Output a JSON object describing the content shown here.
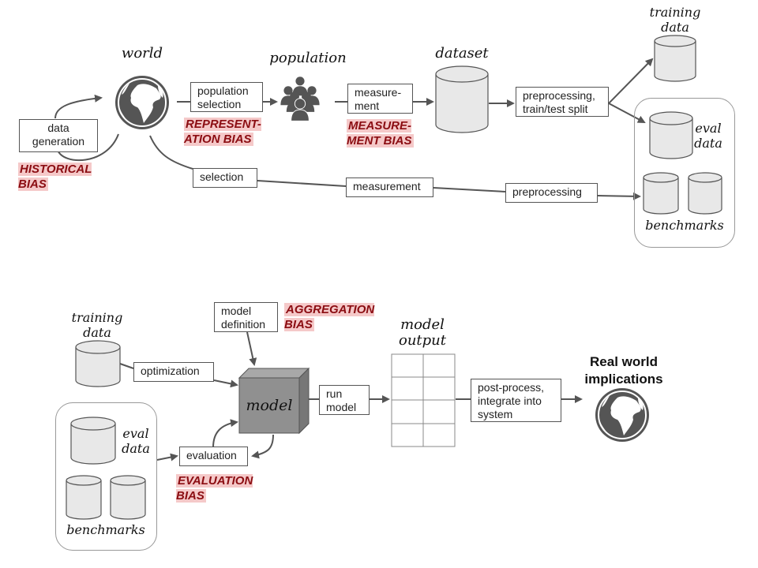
{
  "top_pipeline": {
    "world_label": "world",
    "population_label": "population",
    "dataset_label": "dataset",
    "training_data_label": "training\ndata",
    "eval_data_label": "eval\ndata",
    "benchmarks_label": "benchmarks",
    "boxes": {
      "data_generation": "data\ngeneration",
      "population_selection": "population\nselection",
      "measurement_top": "measure-\nment",
      "preprocessing_split": "preprocessing,\ntrain/test split",
      "selection": "selection",
      "measurement_bottom": "measurement",
      "preprocessing": "preprocessing"
    },
    "biases": {
      "historical": "HISTORICAL\nBIAS",
      "representation": "REPRESENT-\nATION  BIAS",
      "measurement": "MEASURE-\nMENT BIAS"
    }
  },
  "bottom_pipeline": {
    "training_data_label": "training\ndata",
    "eval_data_label": "eval\ndata",
    "benchmarks_label": "benchmarks",
    "model_label": "model",
    "model_output_label": "model\noutput",
    "real_world_label": "Real world\nimplications",
    "boxes": {
      "model_definition": "model\ndefinition",
      "optimization": "optimization",
      "evaluation": "evaluation",
      "run_model": "run\nmodel",
      "post_process": "post-process,\nintegrate into\nsystem"
    },
    "biases": {
      "aggregation": "AGGREGATION\nBIAS",
      "evaluation": "EVALUATION\nBIAS"
    }
  },
  "colors": {
    "bias_text": "#8b0d12",
    "bias_highlight": "#f5c9c9",
    "icon_gray": "#555555",
    "cylinder_fill": "#e8e8e8"
  }
}
